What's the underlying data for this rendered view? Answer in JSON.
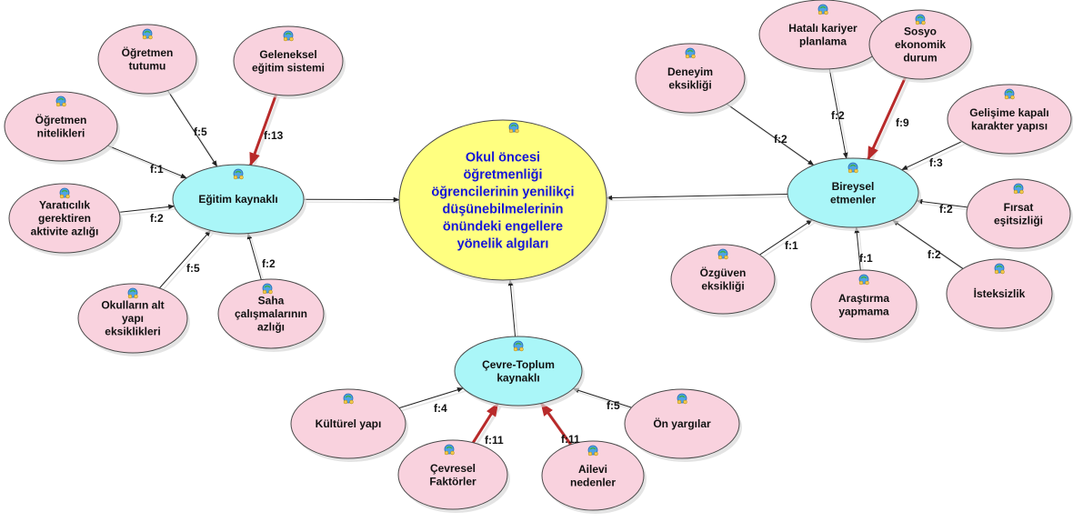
{
  "colors": {
    "central_fill": "#ffff80",
    "central_text": "#1414d8",
    "category_fill": "#aaf6f8",
    "leaf_fill": "#f9d2de",
    "edge_normal": "#222222",
    "edge_strong": "#b82a2a",
    "shadow": "#d9d9d9"
  },
  "node_icon": "network-globe-icon",
  "central": {
    "lines": [
      "Okul öncesi",
      "öğretmenliği",
      "öğrencilerinin yenilikçi",
      "düşünebilmelerinin",
      "önündeki engellere",
      "yönelik algıları"
    ]
  },
  "categories": [
    {
      "id": "egitim",
      "lines": [
        "Eğitim kaynaklı"
      ]
    },
    {
      "id": "bireysel",
      "lines": [
        "Bireysel",
        "etmenler"
      ]
    },
    {
      "id": "cevre",
      "lines": [
        "Çevre-Toplum",
        "kaynaklı"
      ]
    }
  ],
  "leaves": [
    {
      "id": "ogretmen-tutumu",
      "lines": [
        "Öğretmen",
        "tutumu"
      ],
      "parent": "egitim",
      "label": "f:5",
      "strong": false
    },
    {
      "id": "geleneksel",
      "lines": [
        "Geleneksel",
        "eğitim sistemi"
      ],
      "parent": "egitim",
      "label": "f:13",
      "strong": true
    },
    {
      "id": "ogretmen-nitelikleri",
      "lines": [
        "Öğretmen",
        "nitelikleri"
      ],
      "parent": "egitim",
      "label": "f:1",
      "strong": false
    },
    {
      "id": "yaraticilik",
      "lines": [
        "Yaratıcılık",
        "gerektiren",
        "aktivite azlığı"
      ],
      "parent": "egitim",
      "label": "f:2",
      "strong": false
    },
    {
      "id": "okullarin",
      "lines": [
        "Okulların alt",
        "yapı",
        "eksiklikleri"
      ],
      "parent": "egitim",
      "label": "f:5",
      "strong": false
    },
    {
      "id": "saha",
      "lines": [
        "Saha",
        "çalışmalarının",
        "azlığı"
      ],
      "parent": "egitim",
      "label": "f:2",
      "strong": false
    },
    {
      "id": "hatali",
      "lines": [
        "Hatalı kariyer",
        "planlama"
      ],
      "parent": "bireysel",
      "label": "f:2",
      "strong": false
    },
    {
      "id": "sosyo",
      "lines": [
        "Sosyo",
        "ekonomik",
        "durum"
      ],
      "parent": "bireysel",
      "label": "f:9",
      "strong": true
    },
    {
      "id": "deneyim",
      "lines": [
        "Deneyim",
        "eksikliği"
      ],
      "parent": "bireysel",
      "label": "f:2",
      "strong": false
    },
    {
      "id": "gelisime",
      "lines": [
        "Gelişime kapalı",
        "karakter yapısı"
      ],
      "parent": "bireysel",
      "label": "f:3",
      "strong": false
    },
    {
      "id": "firsat",
      "lines": [
        "Fırsat",
        "eşitsizliği"
      ],
      "parent": "bireysel",
      "label": "f:2",
      "strong": false
    },
    {
      "id": "isteksizlik",
      "lines": [
        "İsteksizlik"
      ],
      "parent": "bireysel",
      "label": "f:2",
      "strong": false
    },
    {
      "id": "arastirma",
      "lines": [
        "Araştırma",
        "yapmama"
      ],
      "parent": "bireysel",
      "label": "f:1",
      "strong": false
    },
    {
      "id": "ozguven",
      "lines": [
        "Özgüven",
        "eksikliği"
      ],
      "parent": "bireysel",
      "label": "f:1",
      "strong": false
    },
    {
      "id": "kulturel",
      "lines": [
        "Kültürel yapı"
      ],
      "parent": "cevre",
      "label": "f:4",
      "strong": false
    },
    {
      "id": "cevresel",
      "lines": [
        "Çevresel",
        "Faktörler"
      ],
      "parent": "cevre",
      "label": "f:11",
      "strong": true
    },
    {
      "id": "ailevi",
      "lines": [
        "Ailevi",
        "nedenler"
      ],
      "parent": "cevre",
      "label": "f:11",
      "strong": true
    },
    {
      "id": "onyargilar",
      "lines": [
        "Ön yargılar"
      ],
      "parent": "cevre",
      "label": "f:5",
      "strong": false
    }
  ]
}
